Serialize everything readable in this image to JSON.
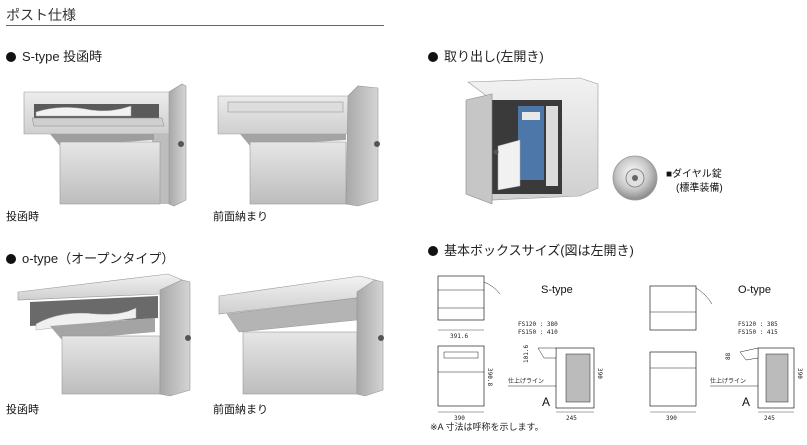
{
  "header": {
    "title": "ポスト仕様"
  },
  "sections": {
    "s_type": "S-type 投函時",
    "o_type": "o-type（オープンタイプ）",
    "takeout": "取り出し(左開き)",
    "basic_box": "基本ボックスサイズ(図は左開き)"
  },
  "captions": {
    "s_open": "投函時",
    "s_closed": "前面納まり",
    "o_open": "投函時",
    "o_closed": "前面納まり"
  },
  "dial": {
    "line1": "■ダイヤル錠",
    "line2": "(標準装備)"
  },
  "drawings": {
    "s": {
      "label": "S-type",
      "fs1": "FS120 : 380",
      "fs2": "FS150 : 410",
      "dim_top": "391.6",
      "dim_left": "101.6",
      "dim_front": "390.8",
      "dim_height": "390",
      "dim_width": "390",
      "dim_depth": "245",
      "finish": "仕上げライン",
      "letter": "A"
    },
    "o": {
      "label": "O-type",
      "fs1": "FS120 : 385",
      "fs2": "FS150 : 415",
      "dim_left": "88",
      "dim_height": "390",
      "dim_width": "390",
      "dim_depth": "245",
      "finish": "仕上げライン",
      "letter": "A"
    }
  },
  "note": "※A 寸法は呼称を示します。",
  "colors": {
    "steel_light": "#d9d9d9",
    "steel_mid": "#b8b8b8",
    "steel_dark": "#8c8c8c",
    "bullet": "#111111"
  }
}
